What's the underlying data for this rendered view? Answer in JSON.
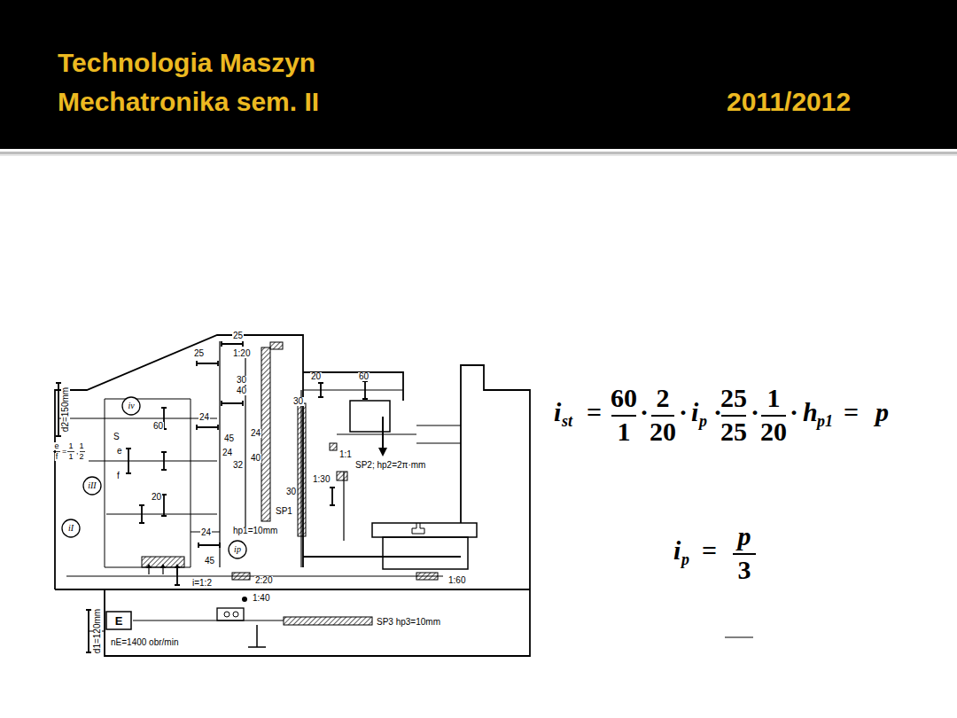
{
  "diagram": {
    "title": "Technologia Maszyn Mechatronika sem. II",
    "nodes": [
      {
        "text": [
          "iv"
        ]
      },
      {
        "text": [
          "iII"
        ]
      },
      {
        "text": [
          "iI"
        ]
      },
      {
        "text": [
          "ip"
        ]
      },
      {
        "text": [
          "E"
        ]
      }
    ],
    "labels": [
      "2011/2012",
      "25",
      "25",
      "1:20",
      "30",
      "40",
      "20",
      "60",
      "d2=150mm",
      "30",
      "24",
      "60",
      "S",
      "e",
      "45",
      "24",
      "e",
      "f",
      "=",
      "1",
      "1",
      ",",
      "1",
      "2",
      "40",
      "24",
      "32",
      "f",
      "1:1",
      "SP2; hp2=2π·mm",
      "1:30",
      "20",
      "30",
      "SP1",
      "24",
      "hp1=10mm",
      "45",
      "i=1:2",
      "2:20",
      "1:60",
      "1:40",
      "d1=120mm",
      "nE=1400 obr/min",
      "SP3 hp3=10mm",
      "i",
      "st",
      "=",
      "60",
      "1",
      "·",
      "2",
      "20",
      "·",
      "i",
      "p",
      "·",
      "25",
      "25",
      "·",
      "1",
      "20",
      "·",
      "h",
      "p1",
      "=",
      "p",
      "i",
      "p",
      "=",
      "p",
      "3"
    ]
  }
}
